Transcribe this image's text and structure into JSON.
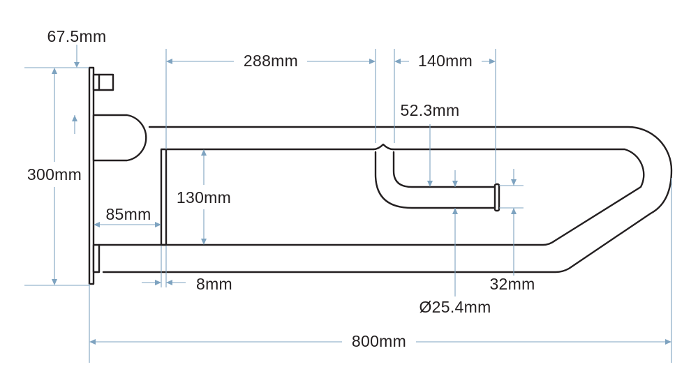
{
  "diagram": {
    "colors": {
      "outline": "#231f20",
      "dimension_line": "#7ea3c0",
      "background": "#ffffff"
    },
    "labels": {
      "plate_projection": "67.5mm",
      "plate_height": "300mm",
      "bar_gap": "130mm",
      "support_offset": "85mm",
      "hinge_gap": "8mm",
      "hook_offset": "288mm",
      "holder_length": "140mm",
      "hook_drop": "52.3mm",
      "flange_diameter": "32mm",
      "tube_diameter": "Ø25.4mm",
      "overall_length": "800mm"
    }
  }
}
